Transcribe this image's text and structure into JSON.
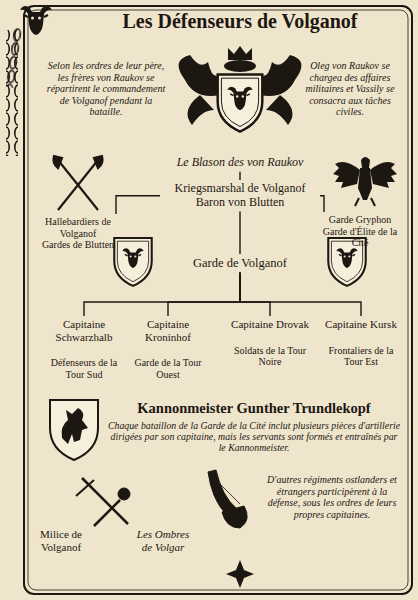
{
  "diagram": {
    "title": "Les Défenseurs de Volganof",
    "nodes": [
      {
        "text": [
          "Le Blason des von Raukov"
        ]
      },
      {
        "text": [
          "Kriegsmarshal de Volganof",
          "Baron von Blutten"
        ]
      },
      {
        "text": [
          "Hallebardiers de Volganof",
          "Gardes de Blutten"
        ]
      },
      {
        "text": [
          "Garde Gryphon",
          "Garde d'Élite de la Cité"
        ]
      },
      {
        "text": [
          "Garde de Volganof"
        ]
      },
      {
        "text": [
          "Capitaine Schwarzhalb",
          "Défenseurs de la Tour Sud"
        ]
      },
      {
        "text": [
          "Capitaine Kroninhof",
          "Garde de la Tour Ouest"
        ]
      },
      {
        "text": [
          "Capitaine Drovak",
          "Soldats de la Tour Noire"
        ]
      },
      {
        "text": [
          "Capitaine Kursk",
          "Frontaliers de la Tour Est"
        ]
      },
      {
        "text": [
          "Kannonmeister Gunther Trundlekopf",
          "Chaque bataillon de la Garde de la Cité inclut plusieurs pièces d'artillerie dirigées par son capitaine, mais les servants sont formés et entraînés par le Kannonmeister."
        ]
      },
      {
        "text": [
          "Milice de Volganof"
        ]
      },
      {
        "text": [
          "Les Ombres de Volgar"
        ]
      }
    ],
    "edges": [
      {
        "from": 0,
        "to": 1,
        "arrow": "none"
      },
      {
        "from": 1,
        "to": 2,
        "arrow": "none"
      },
      {
        "from": 1,
        "to": 3,
        "arrow": "none"
      },
      {
        "from": 1,
        "to": 4,
        "arrow": "none"
      },
      {
        "from": 4,
        "to": 5,
        "arrow": "none"
      },
      {
        "from": 4,
        "to": 6,
        "arrow": "none"
      },
      {
        "from": 4,
        "to": 7,
        "arrow": "none"
      },
      {
        "from": 4,
        "to": 8,
        "arrow": "none"
      }
    ],
    "labels": [
      "Selon les ordres de leur père, les frères von Raukov se répartirent le commandement de Volganof pendant la bataille.",
      "Oleg von Raukov se chargea des affaires militaires et Vassily se consacra aux tâches civiles.",
      "D'autres régiments ostlanders et étrangers participèrent à la défense, sous les ordres de leurs propres capitaines."
    ]
  }
}
